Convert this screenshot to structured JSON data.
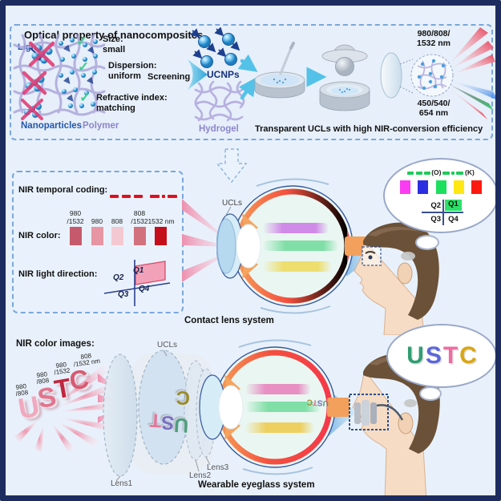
{
  "colors": {
    "frame": "#1d2c5f",
    "background": "#e8f1fb",
    "red_dash": "#e0101c",
    "morse_green": "#1ecb5a",
    "q1_direction_fill": "#f2a2b8"
  },
  "top_panel": {
    "title": "Optical property of nanocomposites",
    "light_label": "Light",
    "criteria": [
      {
        "label": "Size:\nsmall"
      },
      {
        "label": "Dispersion:\nuniform"
      },
      {
        "label": "Refractive index:\nmatching"
      }
    ],
    "nanoparticles_label": "Nanoparticles",
    "polymer_label": "Polymer",
    "screening_label": "Screening",
    "ucnps_label": "UCNPs",
    "hydrogel_label": "Hydrogel",
    "caption": "Transparent UCLs with high NIR-conversion efficiency",
    "nir_excitation": "980/808/\n1532 nm",
    "visible_emission": "450/540/\n654 nm"
  },
  "nir_panel": {
    "temporal_label": "NIR temporal coding:",
    "color_label": "NIR color:",
    "direction_label": "NIR light direction:",
    "swatches": [
      {
        "label": "980\n/1532",
        "color": "#c65a6d"
      },
      {
        "label": "980",
        "color": "#e795a3"
      },
      {
        "label": "808",
        "color": "#f3c8d1"
      },
      {
        "label": "808\n/1532",
        "color": "#d3707e"
      },
      {
        "label": "1532 nm",
        "color": "#c60d1c"
      }
    ],
    "quadrants": {
      "q1": "Q1",
      "q2": "Q2",
      "q3": "Q3",
      "q4": "Q4"
    }
  },
  "contact_system": {
    "ucls_label": "UCLs",
    "caption": "Contact lens system"
  },
  "decoded_bubble": {
    "morse_o": "(O)",
    "morse_k": "(K)",
    "color_squares": [
      "#fa3cf2",
      "#2c2ee2",
      "#1cdf5e",
      "#ffe714",
      "#fc1a10"
    ],
    "quadrants": {
      "q1": "Q1",
      "q2": "Q2",
      "q3": "Q3",
      "q4": "Q4"
    },
    "q1_highlight": "#2ce06a"
  },
  "eyeglass_system": {
    "label": "NIR color images:",
    "wavelength_tags": [
      "980\n/808",
      "980\n/808",
      "980\n/1532",
      "808\n/1532 nm"
    ],
    "source_letters": [
      {
        "char": "U",
        "color": "#f0a9be"
      },
      {
        "char": "S",
        "color": "#e2758e"
      },
      {
        "char": "T",
        "color": "#c2243e"
      },
      {
        "char": "C",
        "color": "#d65b73"
      }
    ],
    "lens_letters": [
      {
        "char": "U",
        "color": "#4f9e7e"
      },
      {
        "char": "S",
        "color": "#7a6fc0"
      },
      {
        "char": "T",
        "color": "#e0789c"
      },
      {
        "char": "C",
        "color": "#9a8c2a"
      }
    ],
    "ucls_label": "UCLs",
    "lens_labels": [
      "Lens1",
      "Lens2",
      "Lens3"
    ],
    "caption": "Wearable eyeglass system"
  },
  "perceived_bubble": {
    "letters": [
      {
        "char": "U",
        "color": "#2f9e72"
      },
      {
        "char": "S",
        "color": "#5b66d8"
      },
      {
        "char": "T",
        "color": "#ef6ba2"
      },
      {
        "char": "C",
        "color": "#d9a614"
      }
    ]
  }
}
